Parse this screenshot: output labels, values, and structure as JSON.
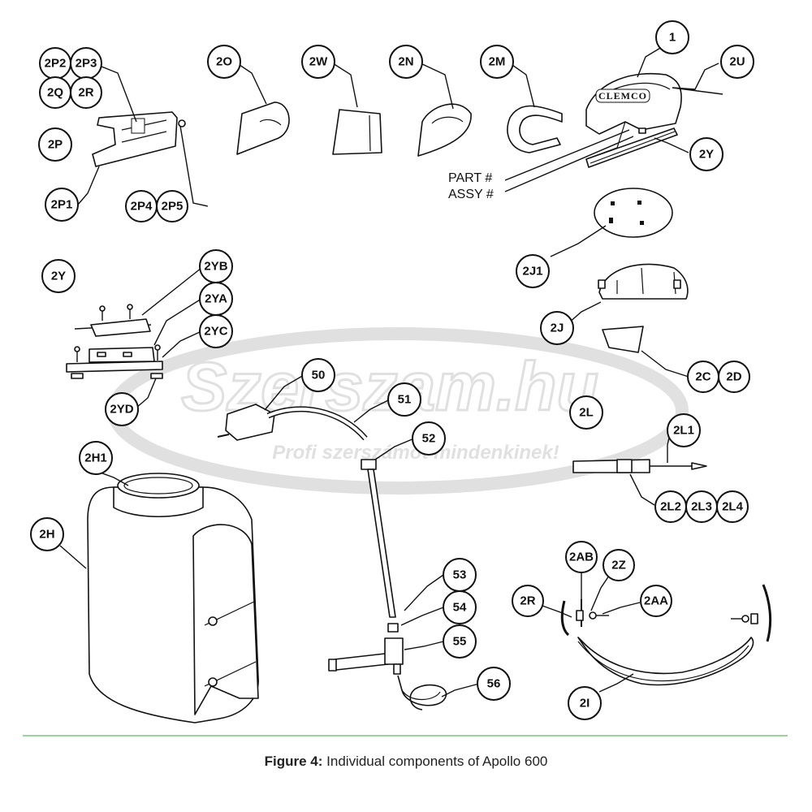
{
  "figure": {
    "caption_label": "Figure 4:",
    "caption_text": "Individual components of Apollo 600",
    "rule_color": "#7cc47c"
  },
  "watermark": {
    "main": "Szerszam.hu",
    "tagline": "Profi szerszámot mindenkinek!",
    "color": "#c8c8c8"
  },
  "helmet_brand": "CLEMCO",
  "part_note": {
    "line1": "PART #",
    "line2": "ASSY #"
  },
  "callouts": {
    "c_1": "1",
    "c_2U": "2U",
    "c_2Y_top": "2Y",
    "c_2P2": "2P2",
    "c_2P3": "2P3",
    "c_2Q": "2Q",
    "c_2R_top": "2R",
    "c_2P": "2P",
    "c_2P1": "2P1",
    "c_2P4": "2P4",
    "c_2P5": "2P5",
    "c_2O": "2O",
    "c_2W": "2W",
    "c_2N": "2N",
    "c_2M": "2M",
    "c_2J1": "2J1",
    "c_2J": "2J",
    "c_2C": "2C",
    "c_2D": "2D",
    "c_2Y_mid": "2Y",
    "c_2YB": "2YB",
    "c_2YA": "2YA",
    "c_2YC": "2YC",
    "c_2YD": "2YD",
    "c_50": "50",
    "c_51": "51",
    "c_52": "52",
    "c_2L": "2L",
    "c_2L1": "2L1",
    "c_2L2": "2L2",
    "c_2L3": "2L3",
    "c_2L4": "2L4",
    "c_2H1": "2H1",
    "c_2H": "2H",
    "c_53": "53",
    "c_54": "54",
    "c_55": "55",
    "c_56": "56",
    "c_2AB": "2AB",
    "c_2Z": "2Z",
    "c_2R_bot": "2R",
    "c_2AA": "2AA",
    "c_2I": "2I"
  }
}
